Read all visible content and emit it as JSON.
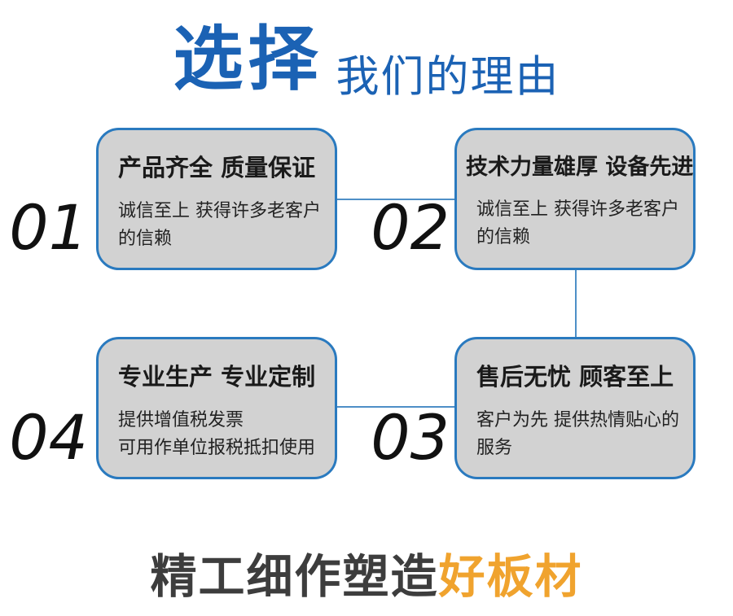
{
  "header": {
    "title_main": "选择",
    "title_sub": "我们的理由"
  },
  "cards": [
    {
      "number": "01",
      "title": "产品齐全 质量保证",
      "desc_lines": [
        "诚信至上 获得许多老客户",
        "的信赖"
      ]
    },
    {
      "number": "02",
      "title": "技术力量雄厚 设备先进",
      "desc_lines": [
        "诚信至上 获得许多老客户",
        "的信赖"
      ]
    },
    {
      "number": "03",
      "title": "售后无忧 顾客至上",
      "desc_lines": [
        "客户为先 提供热情贴心的",
        "服务"
      ]
    },
    {
      "number": "04",
      "title": "专业生产 专业定制",
      "desc_lines": [
        "提供增值税发票",
        "可用作单位报税抵扣使用"
      ]
    }
  ],
  "footer": {
    "text_main": "精工细作塑造",
    "text_accent": "好板材"
  },
  "colors": {
    "title_blue": "#1b62b4",
    "card_border": "#2a7abf",
    "card_bg": "#d2d2d2",
    "connector_blue": "#4e8fc7",
    "number_black": "#111111",
    "footer_dark": "#3d3d3d",
    "footer_accent_orange": "#f0a32e"
  }
}
